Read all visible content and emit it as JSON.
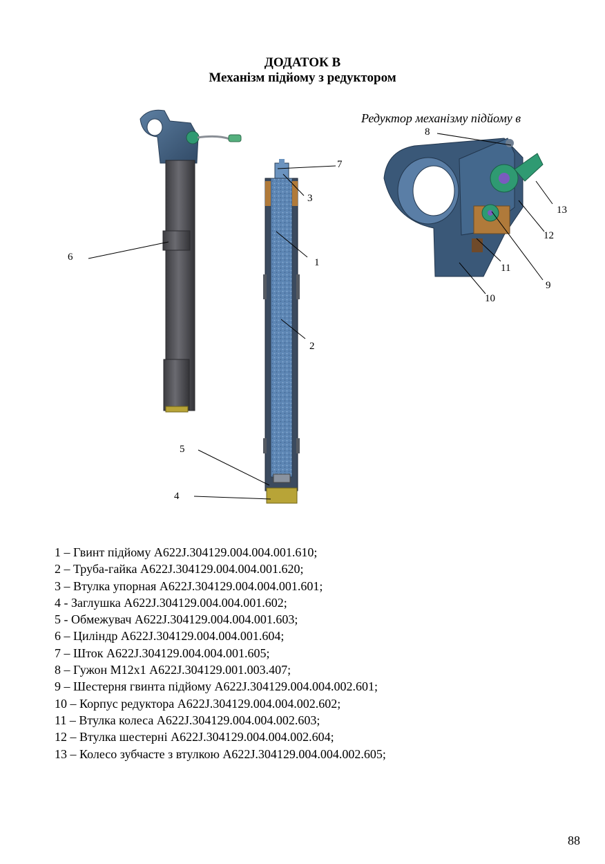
{
  "header": {
    "appendix_title": "ДОДАТОК В",
    "subtitle": "Механізм підйому з редуктором"
  },
  "figure": {
    "reducer_caption": "Редуктор механізму підйому в",
    "callouts": [
      "1",
      "2",
      "3",
      "4",
      "5",
      "6",
      "7",
      "8",
      "9",
      "10",
      "11",
      "12",
      "13"
    ],
    "colors": {
      "housing": "#4a6a8c",
      "tube": "#5a5a5e",
      "screw": "#4f79a8",
      "bronze": "#b07a3a",
      "gear_green": "#2f9a72",
      "plug": "#b8a437"
    }
  },
  "legend": [
    "1 – Гвинт підйому A622J.304129.004.004.001.610;",
    "2 – Труба-гайка A622J.304129.004.004.001.620;",
    "3 – Втулка упорная A622J.304129.004.004.001.601;",
    "4 - Заглушка A622J.304129.004.004.001.602;",
    "5 - Обмежувач A622J.304129.004.004.001.603;",
    "6 – Циліндр A622J.304129.004.004.001.604;",
    "7 – Шток A622J.304129.004.004.001.605;",
    "8 – Гужон М12х1 A622J.304129.001.003.407;",
    "9 – Шестерня гвинта підйому A622J.304129.004.004.002.601;",
    "10 – Корпус редуктора A622J.304129.004.004.002.602;",
    "11 – Втулка колеса A622J.304129.004.004.002.603;",
    "12 – Втулка шестерні A622J.304129.004.004.002.604;",
    "13 – Колесо зубчасте з втулкою A622J.304129.004.004.002.605;"
  ],
  "page_number": "88"
}
